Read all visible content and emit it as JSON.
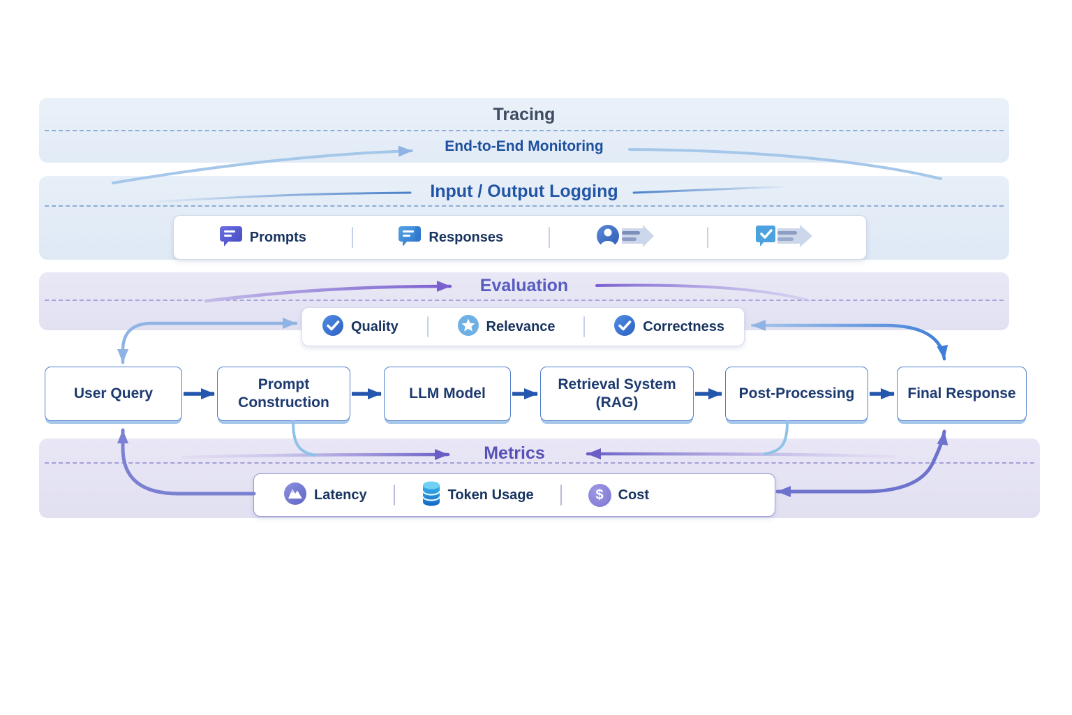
{
  "tracing_band": {
    "title": "Tracing",
    "subtitle": "End-to-End Monitoring"
  },
  "io_band": {
    "title": "Input / Output Logging",
    "items": [
      {
        "name": "prompts",
        "icon": "prompt-bubble-icon",
        "label": "Prompts"
      },
      {
        "name": "responses",
        "icon": "response-bubble-icon",
        "label": "Responses"
      },
      {
        "name": "user-log",
        "icon": "user-log-icon",
        "label": ""
      },
      {
        "name": "check-log",
        "icon": "check-log-icon",
        "label": ""
      }
    ]
  },
  "eval_band": {
    "title": "Evaluation",
    "items": [
      {
        "name": "quality",
        "icon": "check-circle-icon",
        "label": "Quality"
      },
      {
        "name": "relevance",
        "icon": "star-circle-icon",
        "label": "Relevance"
      },
      {
        "name": "correctness",
        "icon": "check-circle-icon",
        "label": "Correctness"
      }
    ]
  },
  "metrics_band": {
    "title": "Metrics",
    "cost_symbol": "$",
    "items": [
      {
        "name": "latency",
        "icon": "mountain-icon",
        "label": "Latency"
      },
      {
        "name": "token-usage",
        "icon": "database-icon",
        "label": "Token Usage"
      },
      {
        "name": "cost",
        "icon": "dollar-icon",
        "label": "Cost"
      }
    ]
  },
  "pipeline": {
    "nodes": [
      {
        "label": "User Query"
      },
      {
        "label": "Prompt Construction"
      },
      {
        "label": "LLM Model"
      },
      {
        "label": "Retrieval System (RAG)"
      },
      {
        "label": "Post-Processing"
      },
      {
        "label": "Final Response"
      }
    ]
  },
  "colors": {
    "flow_arrow": "#2456ae",
    "light_blue_arrow": "#8fb4e4",
    "purple_arrow": "#7a5fd0",
    "violet_arrow": "#6d72cc",
    "band_blue_bg": "#e6eef8",
    "band_purple_bg": "#e6e5f4",
    "tracing_title": "#3e4b61",
    "blue_title": "#2355a5",
    "purple_title": "#5751b7",
    "node_border": "#4d7ec9",
    "node_text": "#1d3a70"
  }
}
